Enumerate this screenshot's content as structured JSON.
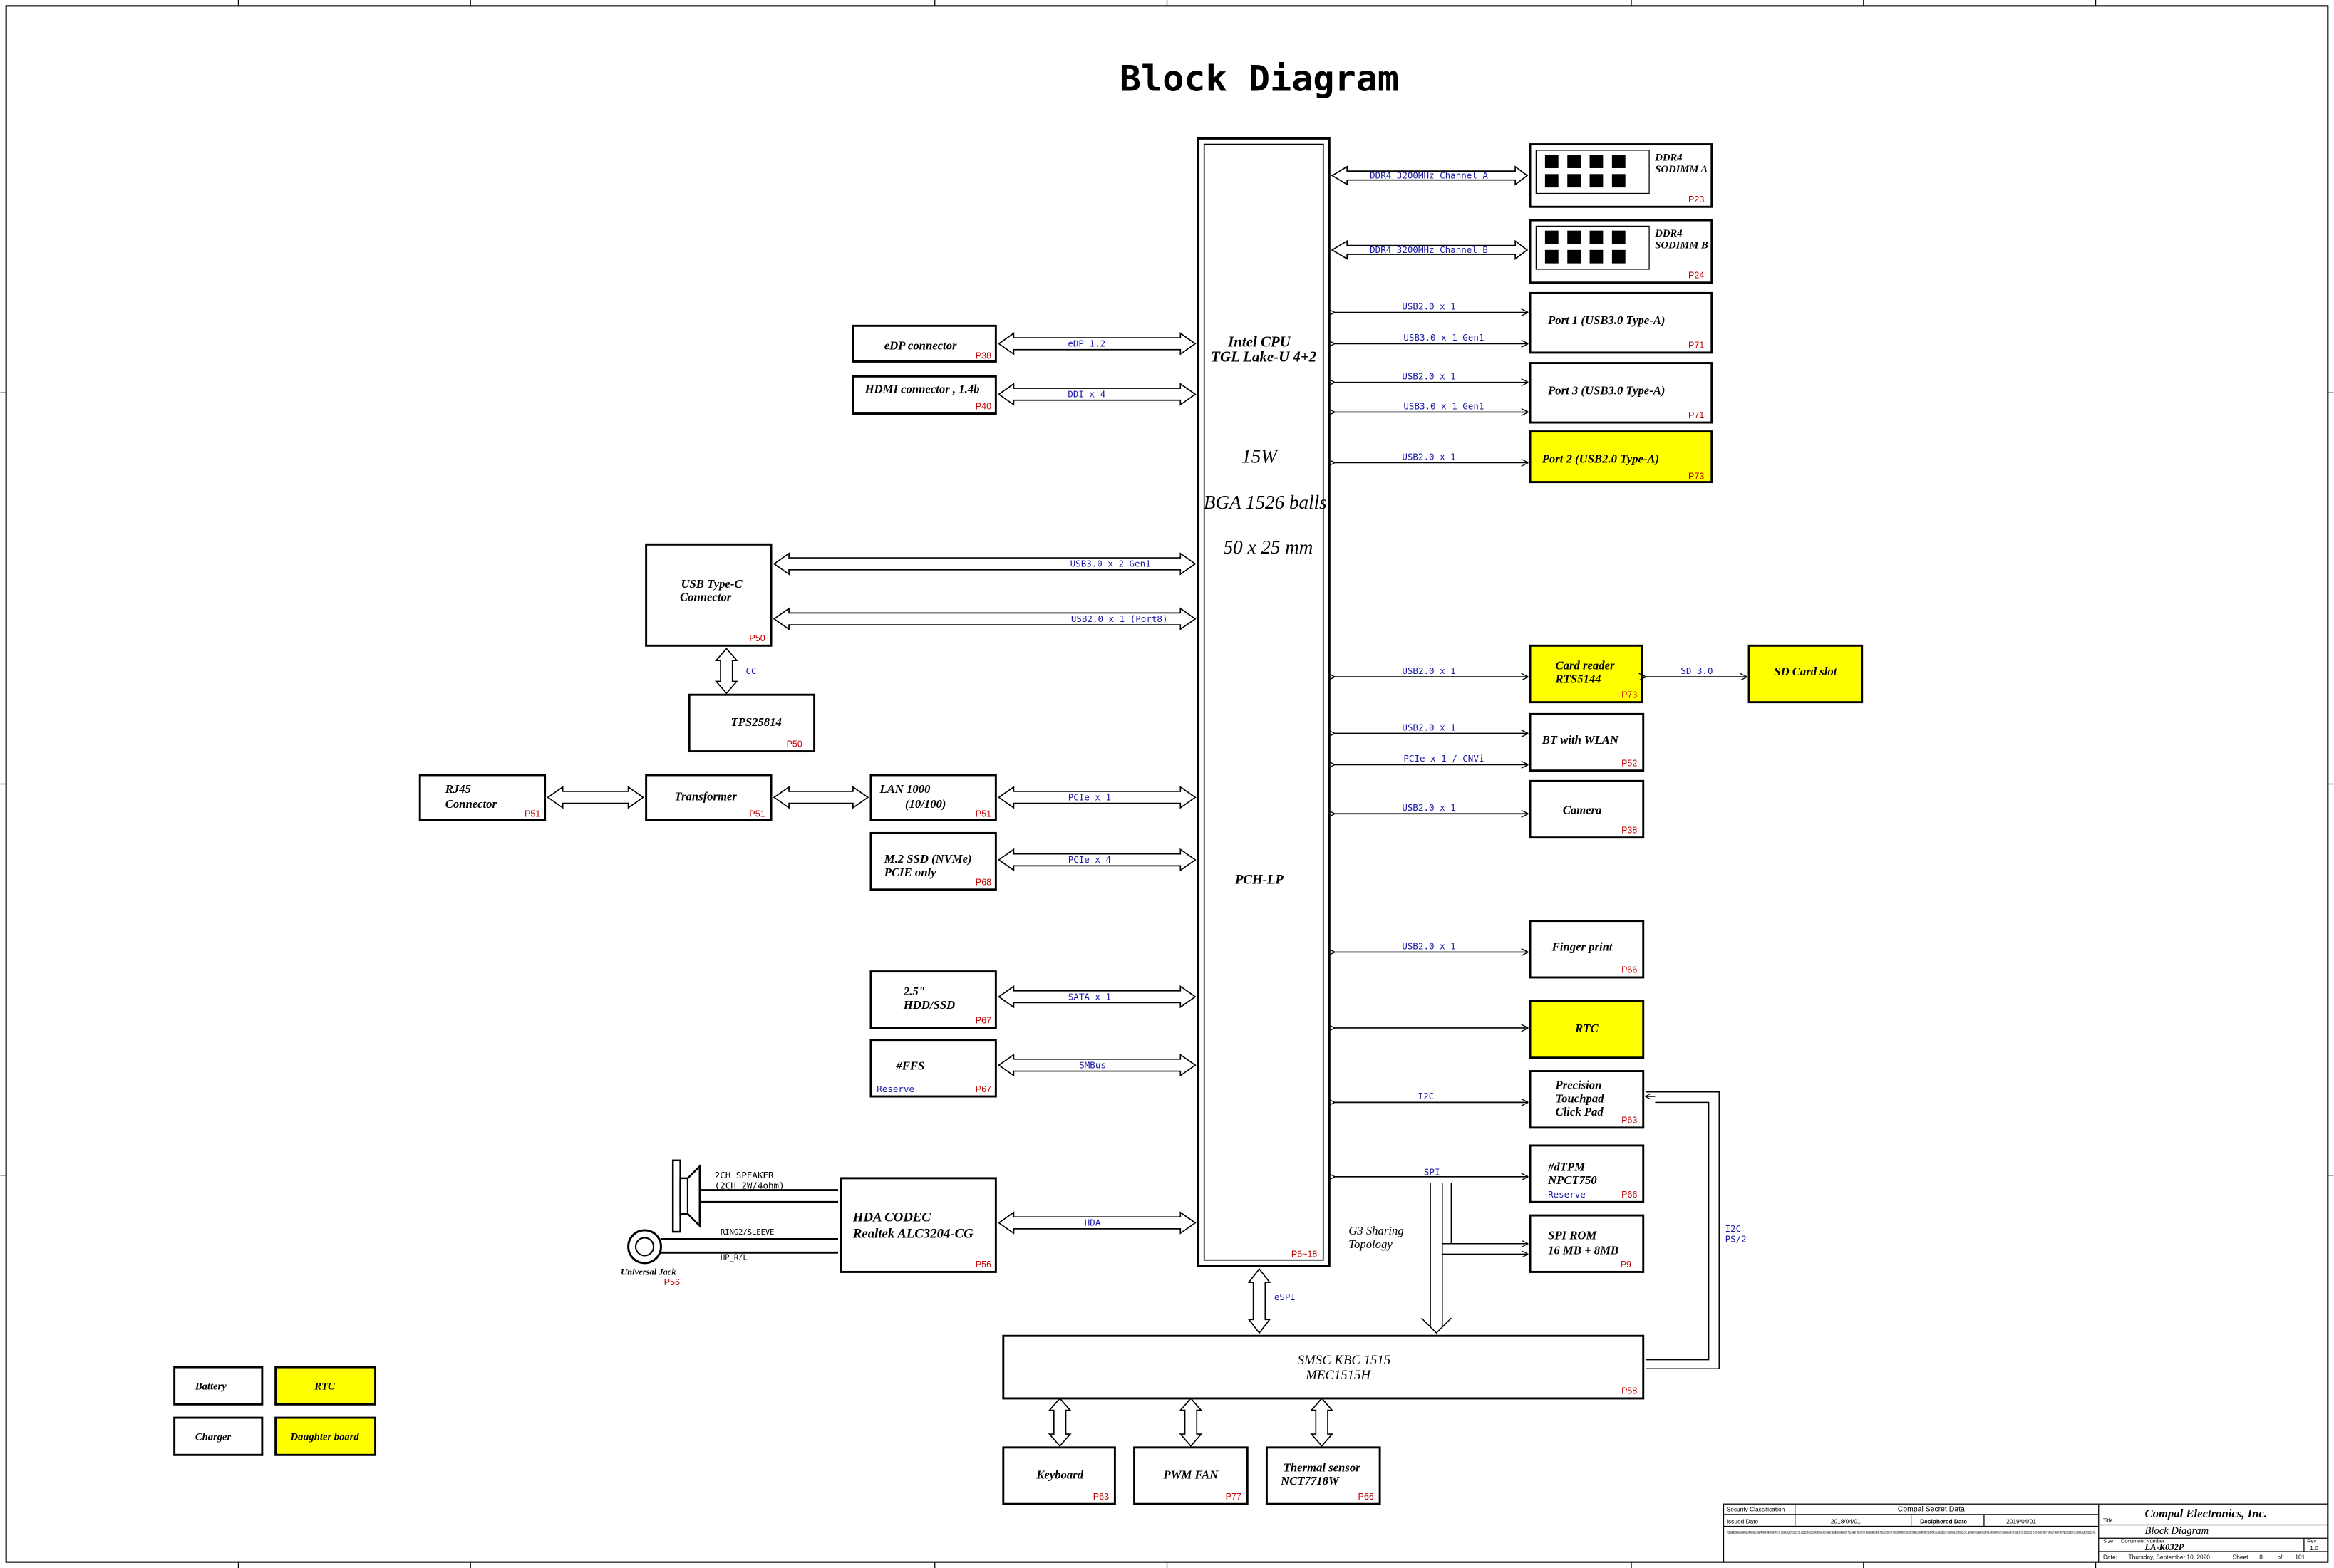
{
  "title": "Block Diagram",
  "cpu": {
    "name": "Intel  CPU",
    "model": "TGL Lake-U 4+2",
    "tdp": "15W",
    "package": "BGA 1526 balls",
    "size": "50 x 25 mm",
    "pch": "PCH-LP",
    "page": "P6~18"
  },
  "left_blocks": {
    "edp": {
      "name": "eDP connector",
      "page": "P38",
      "bus": "eDP  1.2"
    },
    "hdmi": {
      "name": "HDMI connector , 1.4b",
      "page": "P40",
      "bus": "DDI  x  4"
    },
    "usbc": {
      "name1": "USB Type-C",
      "name2": "Connector",
      "page": "P50",
      "bus1": "USB3.0  x  2  Gen1",
      "bus2": "USB2.0  x  1  (Port8)",
      "cc": "CC"
    },
    "tps": {
      "name": "TPS25814",
      "page": "P50"
    },
    "rj45": {
      "name1": "RJ45",
      "name2": "Connector",
      "page": "P51"
    },
    "transformer": {
      "name": "Transformer",
      "page": "P51"
    },
    "lan": {
      "name1": "LAN 1000",
      "name2": "(10/100)",
      "page": "P51",
      "bus": "PCIe  x  1"
    },
    "ssd": {
      "name1": "M.2 SSD (NVMe)",
      "name2": "PCIE only",
      "page": "P68",
      "bus": "PCIe  x  4"
    },
    "hdd": {
      "name1": "2.5\"",
      "name2": "HDD/SSD",
      "page": "P67",
      "bus": "SATA  x  1"
    },
    "ffs": {
      "name": "#FFS",
      "reserve": "Reserve",
      "page": "P67",
      "bus": "SMBus"
    },
    "codec": {
      "name1": "HDA CODEC",
      "name2": "Realtek ALC3204-CG",
      "page": "P56",
      "bus": "HDA"
    },
    "speaker": {
      "line1": "2CH  SPEAKER",
      "line2": "(2CH  2W/4ohm)"
    },
    "jack": {
      "name": "Universal Jack",
      "page": "P56",
      "sig1": "RING2/SLEEVE",
      "sig2": "HP_R/L"
    }
  },
  "right_blocks": {
    "dimm_a": {
      "name1": "DDR4",
      "name2": "SODIMM A",
      "page": "P23",
      "bus": "DDR4  3200MHz  Channel  A"
    },
    "dimm_b": {
      "name1": "DDR4",
      "name2": "SODIMM B",
      "page": "P24",
      "bus": "DDR4  3200MHz  Channel  B"
    },
    "port1": {
      "name": "Port 1 (USB3.0 Type-A)",
      "page": "P71",
      "bus1": "USB2.0  x  1",
      "bus2": "USB3.0  x  1  Gen1"
    },
    "port3": {
      "name": "Port 3 (USB3.0 Type-A)",
      "page": "P71",
      "bus1": "USB2.0  x  1",
      "bus2": "USB3.0  x  1  Gen1"
    },
    "port2": {
      "name": "Port 2 (USB2.0 Type-A)",
      "page": "P73",
      "bus": "USB2.0  x  1"
    },
    "cardreader": {
      "name1": "Card reader",
      "name2": "RTS5144",
      "page": "P73",
      "bus": "USB2.0  x  1",
      "sd_bus": "SD  3.0"
    },
    "sdslot": {
      "name": "SD Card slot"
    },
    "bt": {
      "name": "BT with WLAN",
      "page": "P52",
      "bus1": "USB2.0  x  1",
      "bus2": "PCIe  x  1  /  CNVi"
    },
    "camera": {
      "name": "Camera",
      "page": "P38",
      "bus": "USB2.0  x  1"
    },
    "finger": {
      "name": "Finger print",
      "page": "P66",
      "bus": "USB2.0  x  1"
    },
    "rtc": {
      "name": "RTC"
    },
    "touchpad": {
      "name1": "Precision",
      "name2": "Touchpad",
      "name3": "Click Pad",
      "page": "P63",
      "bus": "I2C"
    },
    "dtpm": {
      "name1": "#dTPM",
      "name2": "NPCT750",
      "reserve": "Reserve",
      "page": "P66",
      "bus": "SPI"
    },
    "spirom": {
      "name1": "SPI ROM",
      "name2": "16 MB + 8MB",
      "page": "P9"
    },
    "g3": {
      "line1": "G3 Sharing",
      "line2": "Topology"
    },
    "kbc_bus": {
      "line1": "I2C",
      "line2": "PS/2"
    }
  },
  "kbc": {
    "name1": "SMSC KBC 1515",
    "name2": "MEC1515H",
    "page": "P58",
    "bus": "eSPI"
  },
  "bottom": {
    "keyboard": {
      "name": "Keyboard",
      "page": "P63"
    },
    "fan": {
      "name": "PWM FAN",
      "page": "P77"
    },
    "thermal": {
      "name1": "Thermal sensor",
      "name2": "NCT7718W",
      "page": "P66"
    }
  },
  "legend": {
    "battery": "Battery",
    "rtc": "RTC",
    "charger": "Charger",
    "daughter": "Daughter board"
  },
  "titleblock": {
    "security": "Security Classification",
    "secret": "Compal Secret Data",
    "issued": "Issued Date",
    "issued_date": "2018/04/01",
    "deciphered": "Deciphered Date",
    "deciphered_date": "2019/04/01",
    "company": "Compal Electronics, Inc.",
    "title_label": "Title",
    "title_value": "Block Diagram",
    "size_label": "Size",
    "docnum_label": "Document Number",
    "docnum": "LA-K032P",
    "rev_label": "Rev",
    "rev": "1.0",
    "date_label": "Date:",
    "date": "Thursday, September 10, 2020",
    "sheet_label": "Sheet",
    "sheet": "8",
    "of_label": "of",
    "of": "101",
    "notice": "THIS SHEET OF ENGINEERING DRAWING IS THE PROPRIETARY PROPERTY OF COMPAL ELECTRONICS, INC. AND CONTAINS CONFIDENTIAL AND TRADE SECRET INFORMATION. THIS SHEET MAY NOT BE TRANSFERED FROM THE CUSTODY OF THE COMPETENT DIVISION OF R&D DEPARTMENT EXCEPT AS AUTHORIZED BY COMPAL ELECTRONICS, INC. NEITHER THIS SHEET NOR THE INFORMATION IT CONTAINS MAY BE USED BY OR DISCLOSED TO ANY THIRD PARTY WITHOUT PRIOR WRITTEN CONSENT OF COMPAL ELECTRONICS, INC."
  },
  "colors": {
    "highlight": "#ffff00",
    "signal": "#1a1aa6",
    "page_ref": "#c00000"
  }
}
